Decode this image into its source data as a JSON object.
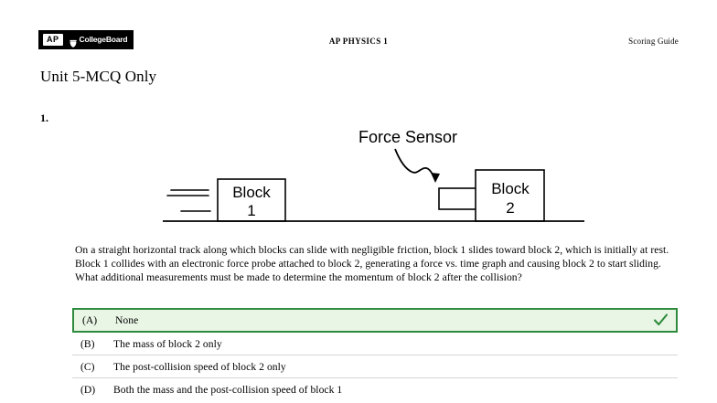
{
  "header": {
    "logo_ap": "AP",
    "logo_wordmark": "CollegeBoard",
    "acorn_icon": "acorn-icon",
    "center_title": "AP PHYSICS 1",
    "right_title": "Scoring Guide"
  },
  "document": {
    "unit_title": "Unit 5-MCQ Only",
    "question_number": "1."
  },
  "diagram": {
    "force_sensor_label": "Force Sensor",
    "block1_line1": "Block",
    "block1_line2": "1",
    "block2_line1": "Block",
    "block2_line2": "2",
    "motion_lines_count": 3,
    "arrow_icon": "curved-arrow-icon",
    "track_label": "horizontal-track"
  },
  "question": {
    "stem": "On a straight horizontal track along which blocks can slide with negligible friction, block 1 slides toward block 2, which is initially at rest. Block 1 collides with an electronic force probe attached to block 2, generating a force vs. time graph and causing block 2 to start sliding. What additional measurements must be made to determine the momentum of block 2 after the collision?",
    "choices": [
      {
        "letter": "(A)",
        "text": "None",
        "correct": true
      },
      {
        "letter": "(B)",
        "text": "The mass of block 2 only",
        "correct": false
      },
      {
        "letter": "(C)",
        "text": "The post-collision speed of block 2 only",
        "correct": false
      },
      {
        "letter": "(D)",
        "text": "Both the mass and the post-collision speed of block 1",
        "correct": false
      }
    ],
    "check_icon": "checkmark-icon"
  },
  "colors": {
    "correct_fill": "#e9f6e5",
    "correct_border": "#2e8b3d",
    "check": "#2e8b3d",
    "divider": "#d5d5d5",
    "logo_bg": "#000000",
    "text": "#000000"
  }
}
